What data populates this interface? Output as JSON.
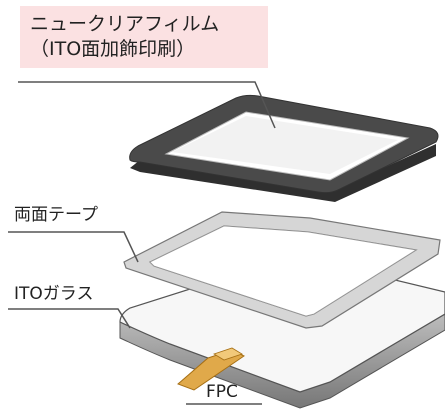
{
  "title": {
    "line1": "ニュークリアフィルム",
    "line2": "（ITO面加飾印刷）"
  },
  "labels": {
    "tape": "両面テープ",
    "glass": "ITOガラス",
    "fpc": "FPC"
  },
  "colors": {
    "title_bg": "#fbe1e2",
    "frame": "#4a4a4a",
    "tape": "#d4d4d4",
    "fpc": "#e0a94a"
  }
}
